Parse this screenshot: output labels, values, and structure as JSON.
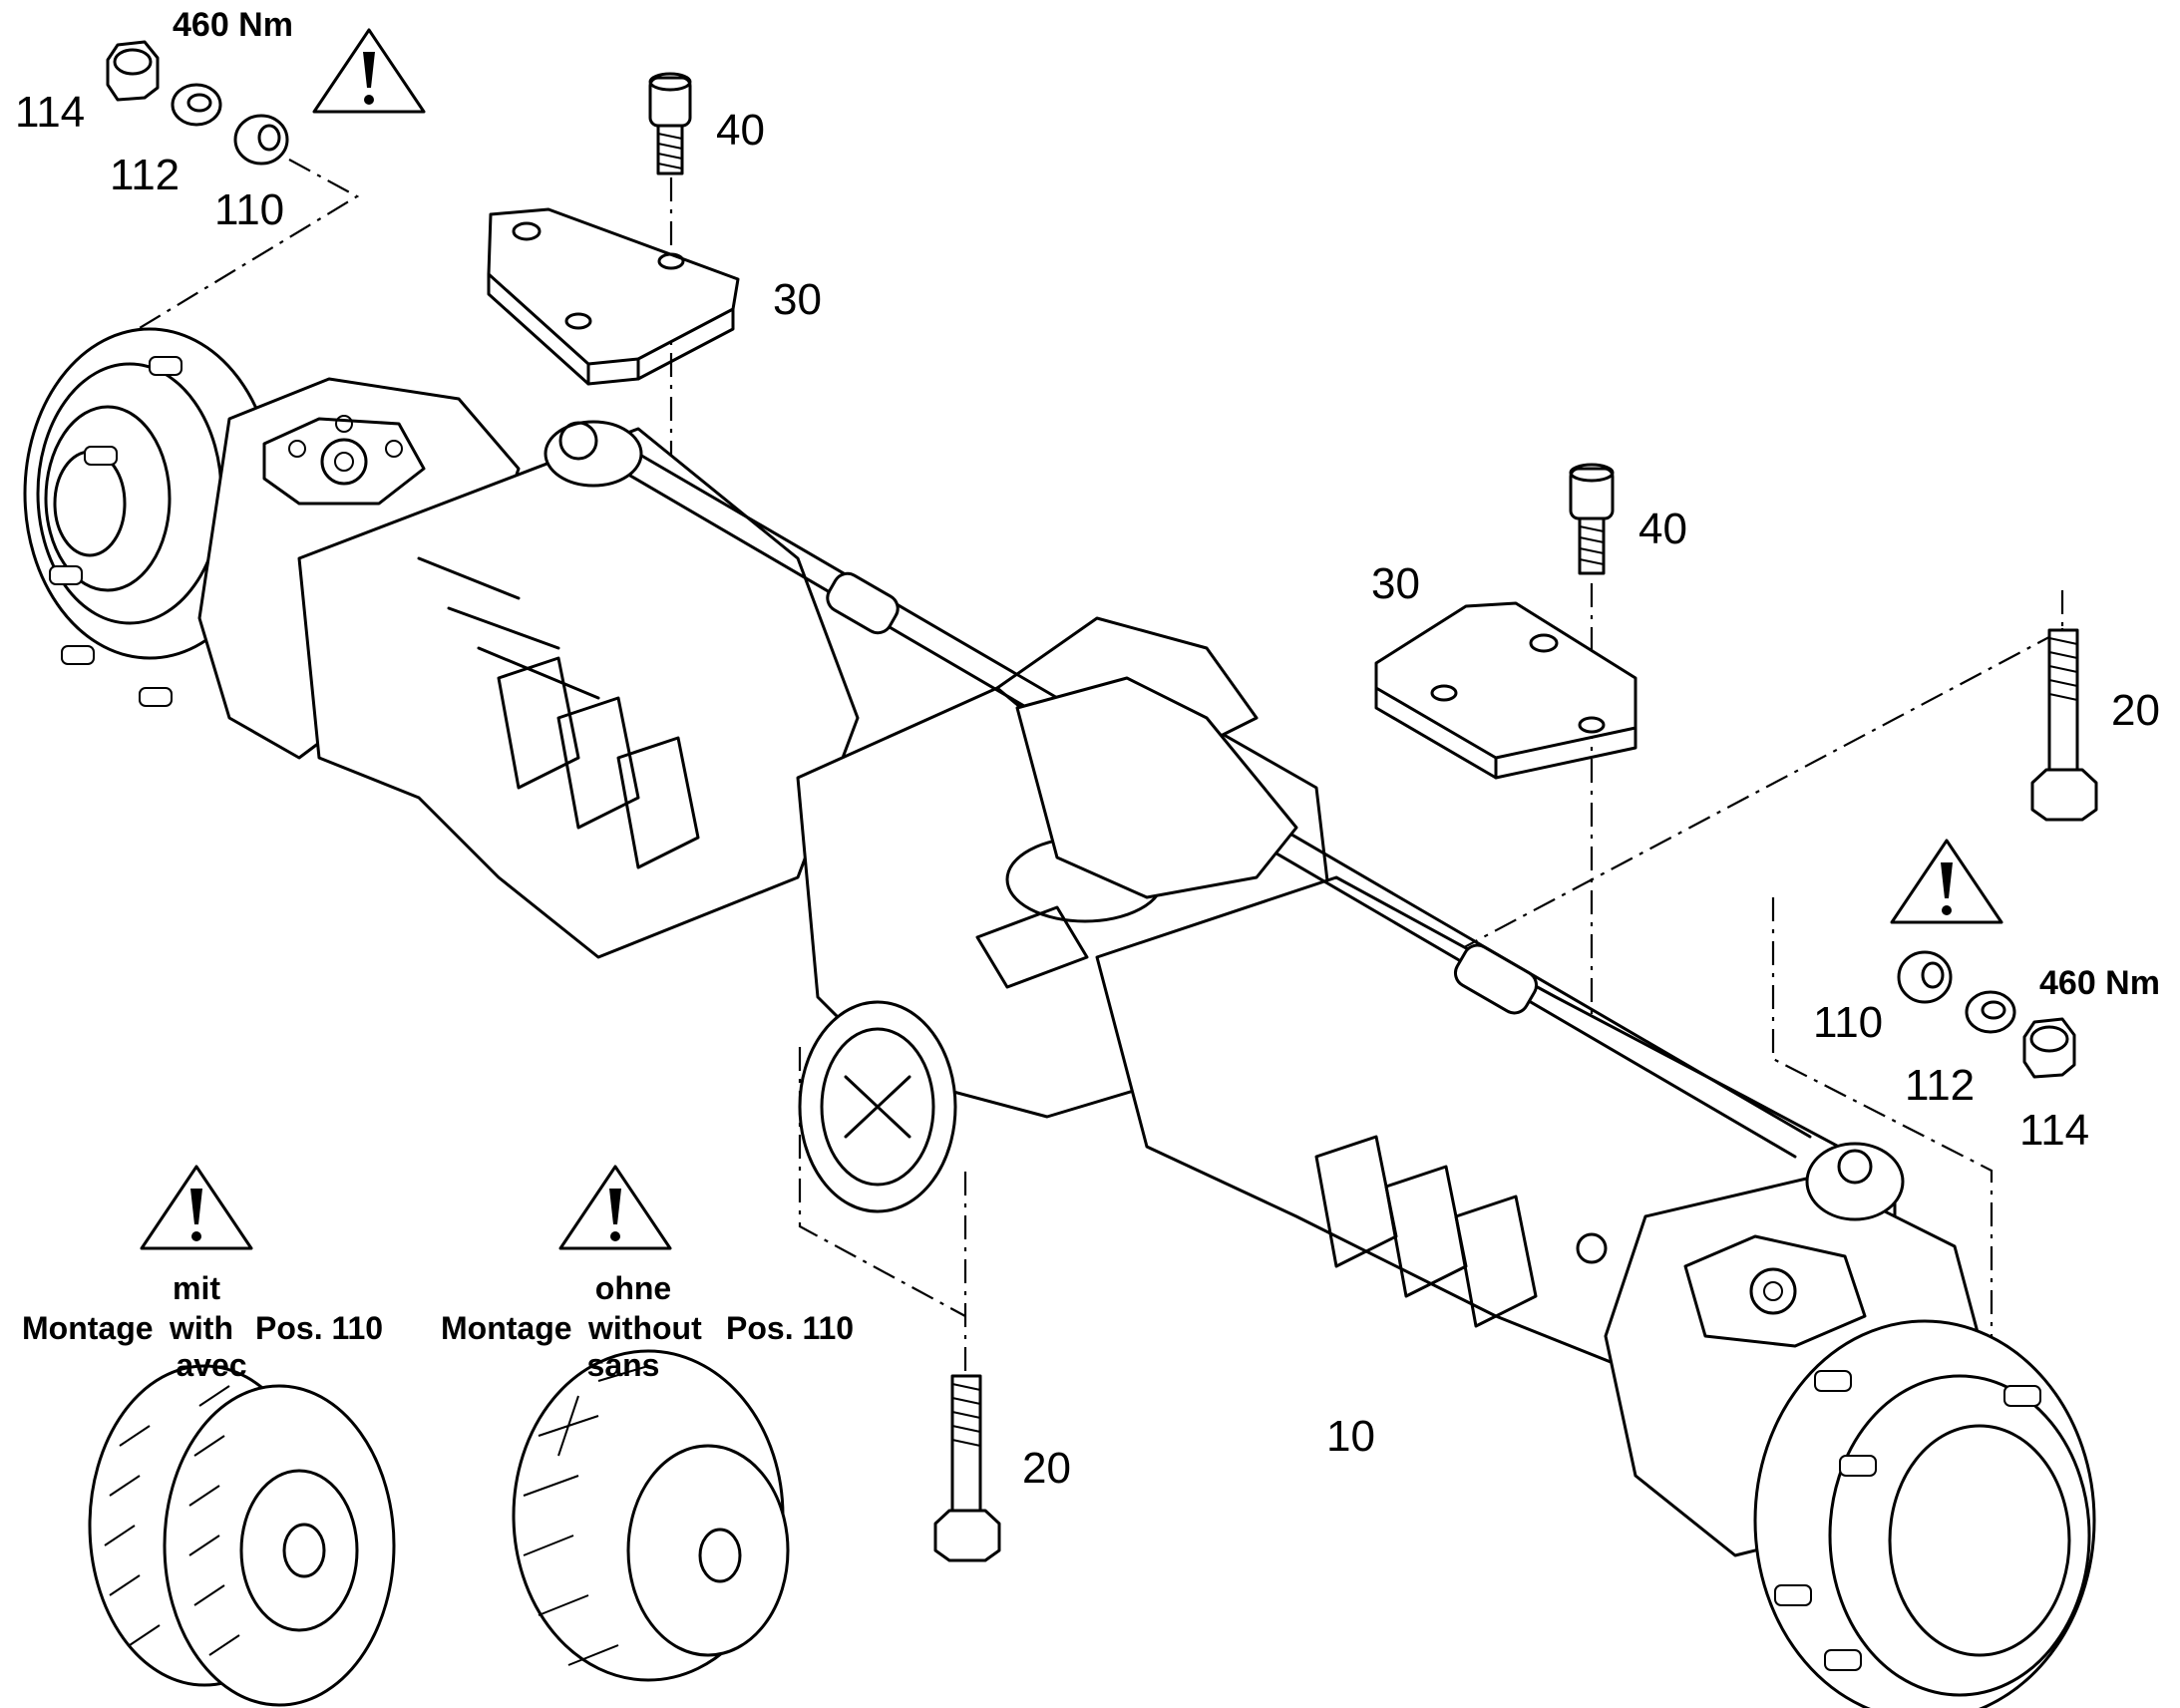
{
  "torque_value": "460 Nm",
  "parts": {
    "p10": "10",
    "p20": "20",
    "p30": "30",
    "p40": "40",
    "p110": "110",
    "p112": "112",
    "p114": "114"
  },
  "notes": {
    "with": {
      "top": "mit",
      "prefix": "Montage",
      "middle": "with",
      "suffix": "Pos. 110",
      "bottom": "avec"
    },
    "without": {
      "top": "ohne",
      "prefix": "Montage",
      "middle": "without",
      "suffix": "Pos. 110",
      "bottom": "sans"
    }
  },
  "icons": [
    "warning-icon",
    "nut-icon",
    "lock-washer-icon",
    "spacer-ring-icon",
    "cap-screw-icon",
    "bolt-icon",
    "cover-plate-icon",
    "dual-tire-icon",
    "single-tire-icon"
  ]
}
